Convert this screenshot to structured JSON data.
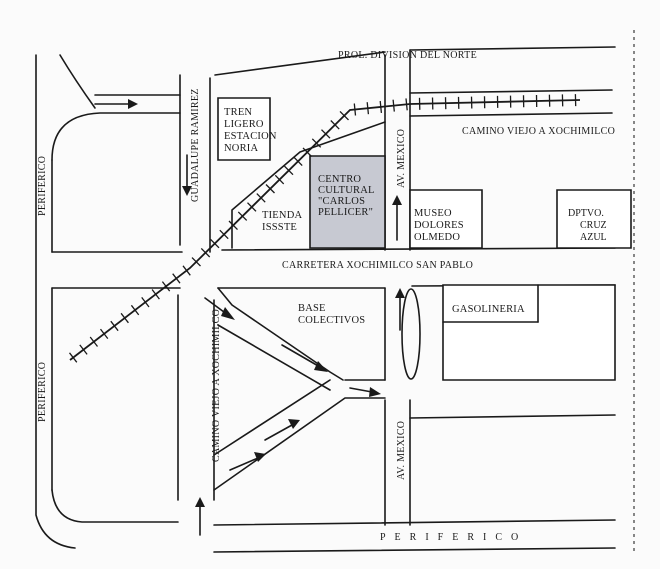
{
  "map": {
    "streets": {
      "prol_division_del_norte": "PROL. DIVISION DEL NORTE",
      "camino_viejo_top": "CAMINO VIEJO A XOCHIMILCO",
      "carretera": "CARRETERA XOCHIMILCO SAN PABLO",
      "guadalupe_ramirez": "GUADALUPE RAMIREZ",
      "camino_viejo_vertical": "CAMINO VIEJO A XOCHIMILCO",
      "av_mexico_top": "AV. MEXICO",
      "av_mexico_bottom": "AV. MEXICO",
      "periferico_left_top": "PERIFERICO",
      "periferico_left_bottom": "PERIFERICO",
      "periferico_bottom": "PERIFERICO"
    },
    "places": {
      "tren_ligero": [
        "TREN",
        "LIGERO",
        "ESTACION",
        "NORIA"
      ],
      "centro_cultural": [
        "CENTRO",
        "CULTURAL",
        "\"CARLOS",
        "PELLICER\""
      ],
      "tienda_issste": [
        "TIENDA",
        "ISSSTE"
      ],
      "museo": [
        "MUSEO",
        "DOLORES",
        "OLMEDO"
      ],
      "deportivo": [
        "DPTVO.",
        "CRUZ",
        "AZUL"
      ],
      "base_colectivos": [
        "BASE",
        "COLECTIVOS"
      ],
      "gasolineria": "GASOLINERIA"
    },
    "colors": {
      "ink": "#1a1a1a",
      "highlight": "#c7c9d2"
    }
  }
}
